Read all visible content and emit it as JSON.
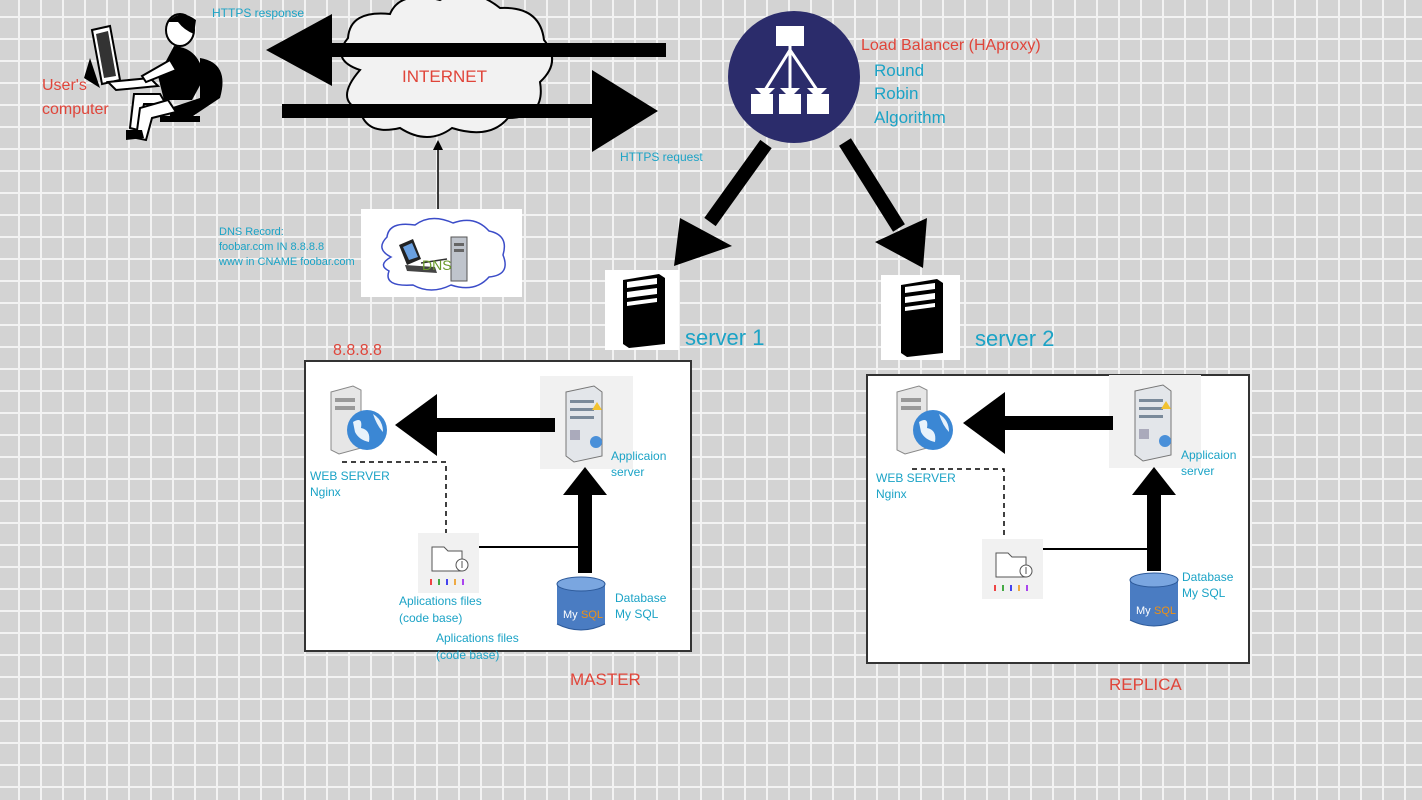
{
  "user": {
    "label_line1": "User's",
    "label_line2": "computer"
  },
  "internet": {
    "label": "INTERNET"
  },
  "https": {
    "response": "HTTPS response",
    "request": "HTTPS request"
  },
  "dns": {
    "record_title": "DNS Record:",
    "record_a": "foobar.com  IN  8.8.8.8",
    "record_cname": "www in CNAME foobar.com",
    "label": "DNS"
  },
  "load_balancer": {
    "title": "Load Balancer (HAproxy)",
    "algo_line1": "Round",
    "algo_line2": "Robin",
    "algo_line3": "Algorithm"
  },
  "servers": [
    {
      "name": "server 1",
      "ip": "8.8.8.8",
      "role": "MASTER",
      "web_line1": "WEB SERVER",
      "web_line2": "Nginx",
      "app_line1": "Applicaion",
      "app_line2": "server",
      "files_line1": "Aplications files",
      "files_line2": "(code base)",
      "db_line1": "Database",
      "db_line2": "My SQL",
      "extra_files_line1": "Aplications files",
      "extra_files_line2": "(code base)"
    },
    {
      "name": "server 2",
      "role": "REPLICA",
      "web_line1": "WEB SERVER",
      "web_line2": "Nginx",
      "app_line1": "Applicaion",
      "app_line2": "server",
      "db_line1": "Database",
      "db_line2": "My SQL"
    }
  ],
  "colors": {
    "red_label": "#e0453a",
    "cyan_label": "#1ba3c6",
    "lb_circle": "#2b2c6b"
  },
  "icons": [
    "person-at-computer-icon",
    "cloud-icon",
    "load-balancer-icon",
    "server-tower-icon",
    "web-server-globe-icon",
    "application-server-icon",
    "folder-files-icon",
    "mysql-database-icon",
    "dns-icon"
  ]
}
